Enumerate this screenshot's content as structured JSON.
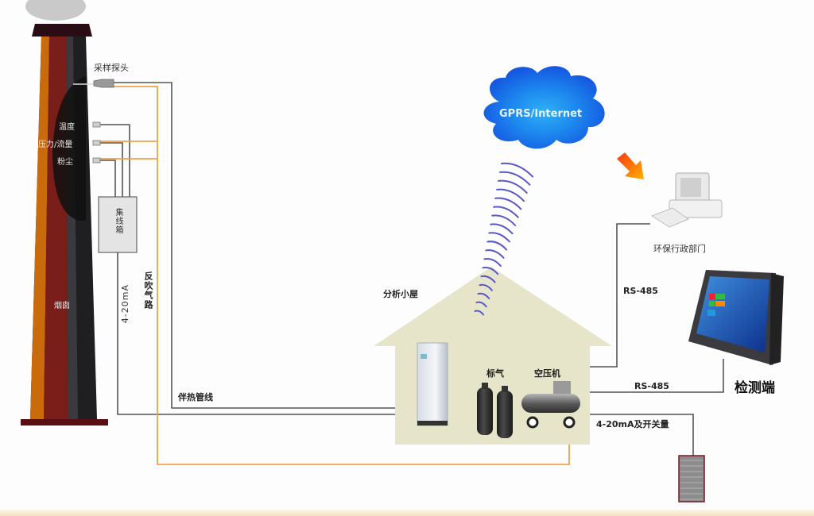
{
  "diagram": {
    "type": "CEMS flue gas online monitoring system topology",
    "chimney": {
      "label": "烟囱",
      "probe_label": "采样探头",
      "sensors": [
        "温度",
        "压力/流量",
        "粉尘"
      ]
    },
    "junction_box": {
      "label": "集线箱"
    },
    "lines": {
      "signal": "4-20mA",
      "backblow": "反吹气路",
      "heat_trace": "伴热管线",
      "rs485_upper": "RS-485",
      "rs485_lower": "RS-485",
      "analog_switch": "4-20mA及开关量"
    },
    "cloud": {
      "label": "GPRS/Internet"
    },
    "shelter": {
      "label": "分析小屋",
      "gas_cylinders": "标气",
      "air_compressor": "空压机"
    },
    "epa_pc": {
      "label": "环保行政部门"
    },
    "monitor": {
      "label": "检测端"
    },
    "colors": {
      "cloud_blue": "#1a6fe8",
      "wave_purple": "#5a58c8",
      "heat_line": "#f2a04a",
      "shelter_fill": "#e6e5c9",
      "chimney_dark": "#1f1f22",
      "chimney_red": "#7a1e1a",
      "chimney_orange": "#c96a0c",
      "wire_gray": "#555555"
    }
  }
}
